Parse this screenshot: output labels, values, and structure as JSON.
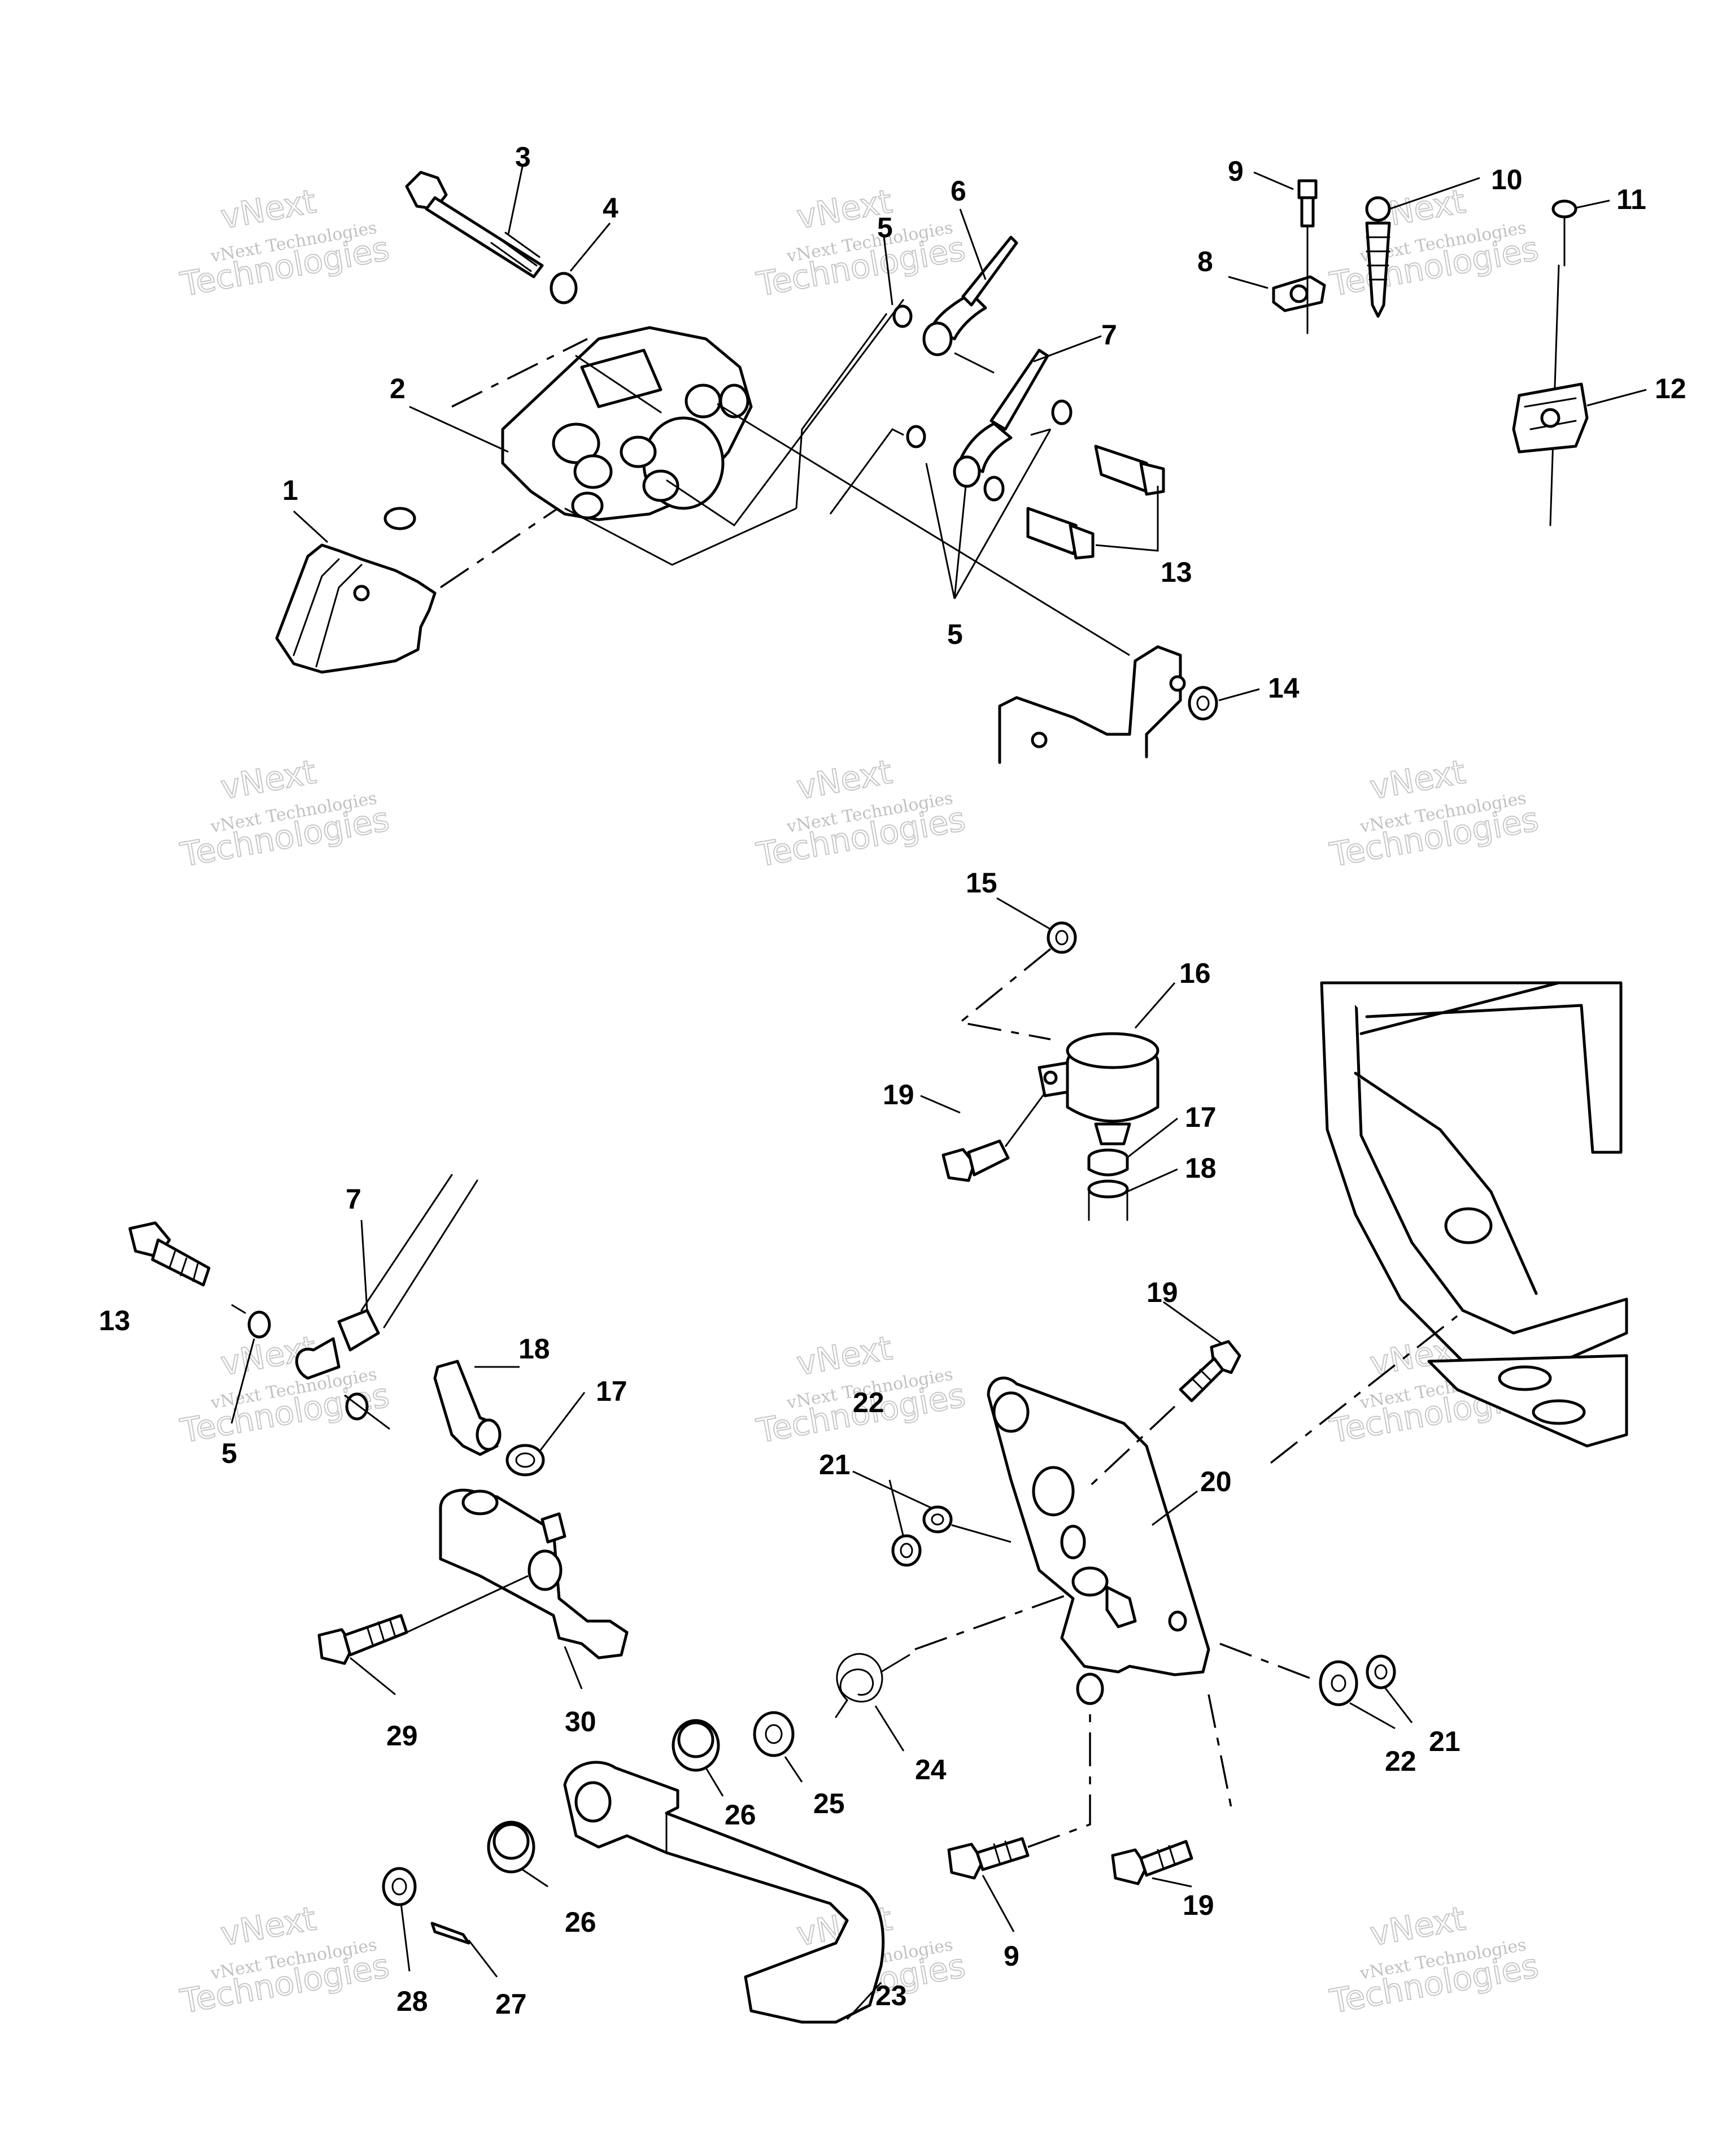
{
  "watermark": {
    "line1": "vNext",
    "line2": "vNext Technologies",
    "line3": "Technologies"
  },
  "callouts": [
    {
      "id": "c1",
      "label": "1"
    },
    {
      "id": "c2",
      "label": "2"
    },
    {
      "id": "c3",
      "label": "3"
    },
    {
      "id": "c4",
      "label": "4"
    },
    {
      "id": "c5a",
      "label": "5"
    },
    {
      "id": "c5b",
      "label": "5"
    },
    {
      "id": "c5c",
      "label": "5"
    },
    {
      "id": "c6",
      "label": "6"
    },
    {
      "id": "c7a",
      "label": "7"
    },
    {
      "id": "c7b",
      "label": "7"
    },
    {
      "id": "c8",
      "label": "8"
    },
    {
      "id": "c9a",
      "label": "9"
    },
    {
      "id": "c9b",
      "label": "9"
    },
    {
      "id": "c10",
      "label": "10"
    },
    {
      "id": "c11",
      "label": "11"
    },
    {
      "id": "c12",
      "label": "12"
    },
    {
      "id": "c13a",
      "label": "13"
    },
    {
      "id": "c13b",
      "label": "13"
    },
    {
      "id": "c14",
      "label": "14"
    },
    {
      "id": "c15",
      "label": "15"
    },
    {
      "id": "c16",
      "label": "16"
    },
    {
      "id": "c17a",
      "label": "17"
    },
    {
      "id": "c17b",
      "label": "17"
    },
    {
      "id": "c18a",
      "label": "18"
    },
    {
      "id": "c18b",
      "label": "18"
    },
    {
      "id": "c19a",
      "label": "19"
    },
    {
      "id": "c19b",
      "label": "19"
    },
    {
      "id": "c19c",
      "label": "19"
    },
    {
      "id": "c20",
      "label": "20"
    },
    {
      "id": "c21a",
      "label": "21"
    },
    {
      "id": "c21b",
      "label": "21"
    },
    {
      "id": "c22a",
      "label": "22"
    },
    {
      "id": "c22b",
      "label": "22"
    },
    {
      "id": "c23",
      "label": "23"
    },
    {
      "id": "c24",
      "label": "24"
    },
    {
      "id": "c25",
      "label": "25"
    },
    {
      "id": "c26a",
      "label": "26"
    },
    {
      "id": "c26b",
      "label": "26"
    },
    {
      "id": "c27",
      "label": "27"
    },
    {
      "id": "c28",
      "label": "28"
    },
    {
      "id": "c29",
      "label": "29"
    },
    {
      "id": "c30",
      "label": "30"
    }
  ]
}
